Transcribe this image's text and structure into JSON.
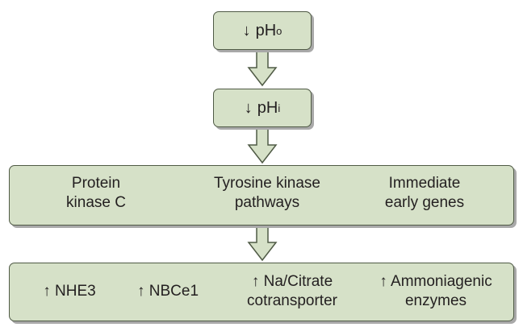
{
  "nodes": {
    "top": {
      "arrow": "↓",
      "text": "pH",
      "sub": "o"
    },
    "mid": {
      "arrow": "↓",
      "text": "pH",
      "sub": "i"
    },
    "pathways": [
      {
        "line1": "Protein",
        "line2": "kinase C"
      },
      {
        "line1": "Tyrosine kinase",
        "line2": "pathways"
      },
      {
        "line1": "Immediate",
        "line2": "early genes"
      }
    ],
    "effects": [
      {
        "line1": "↑ NHE3",
        "line2": ""
      },
      {
        "line1": "↑ NBCe1",
        "line2": ""
      },
      {
        "line1": "↑ Na/Citrate",
        "line2": "cotransporter"
      },
      {
        "line1": "↑ Ammoniagenic",
        "line2": "enzymes"
      }
    ]
  },
  "colors": {
    "box_fill": "#d6e1c8",
    "box_border": "#4f5a45",
    "arrow_fill": "#d6e1c8",
    "shadow": "#a9a9a9"
  }
}
